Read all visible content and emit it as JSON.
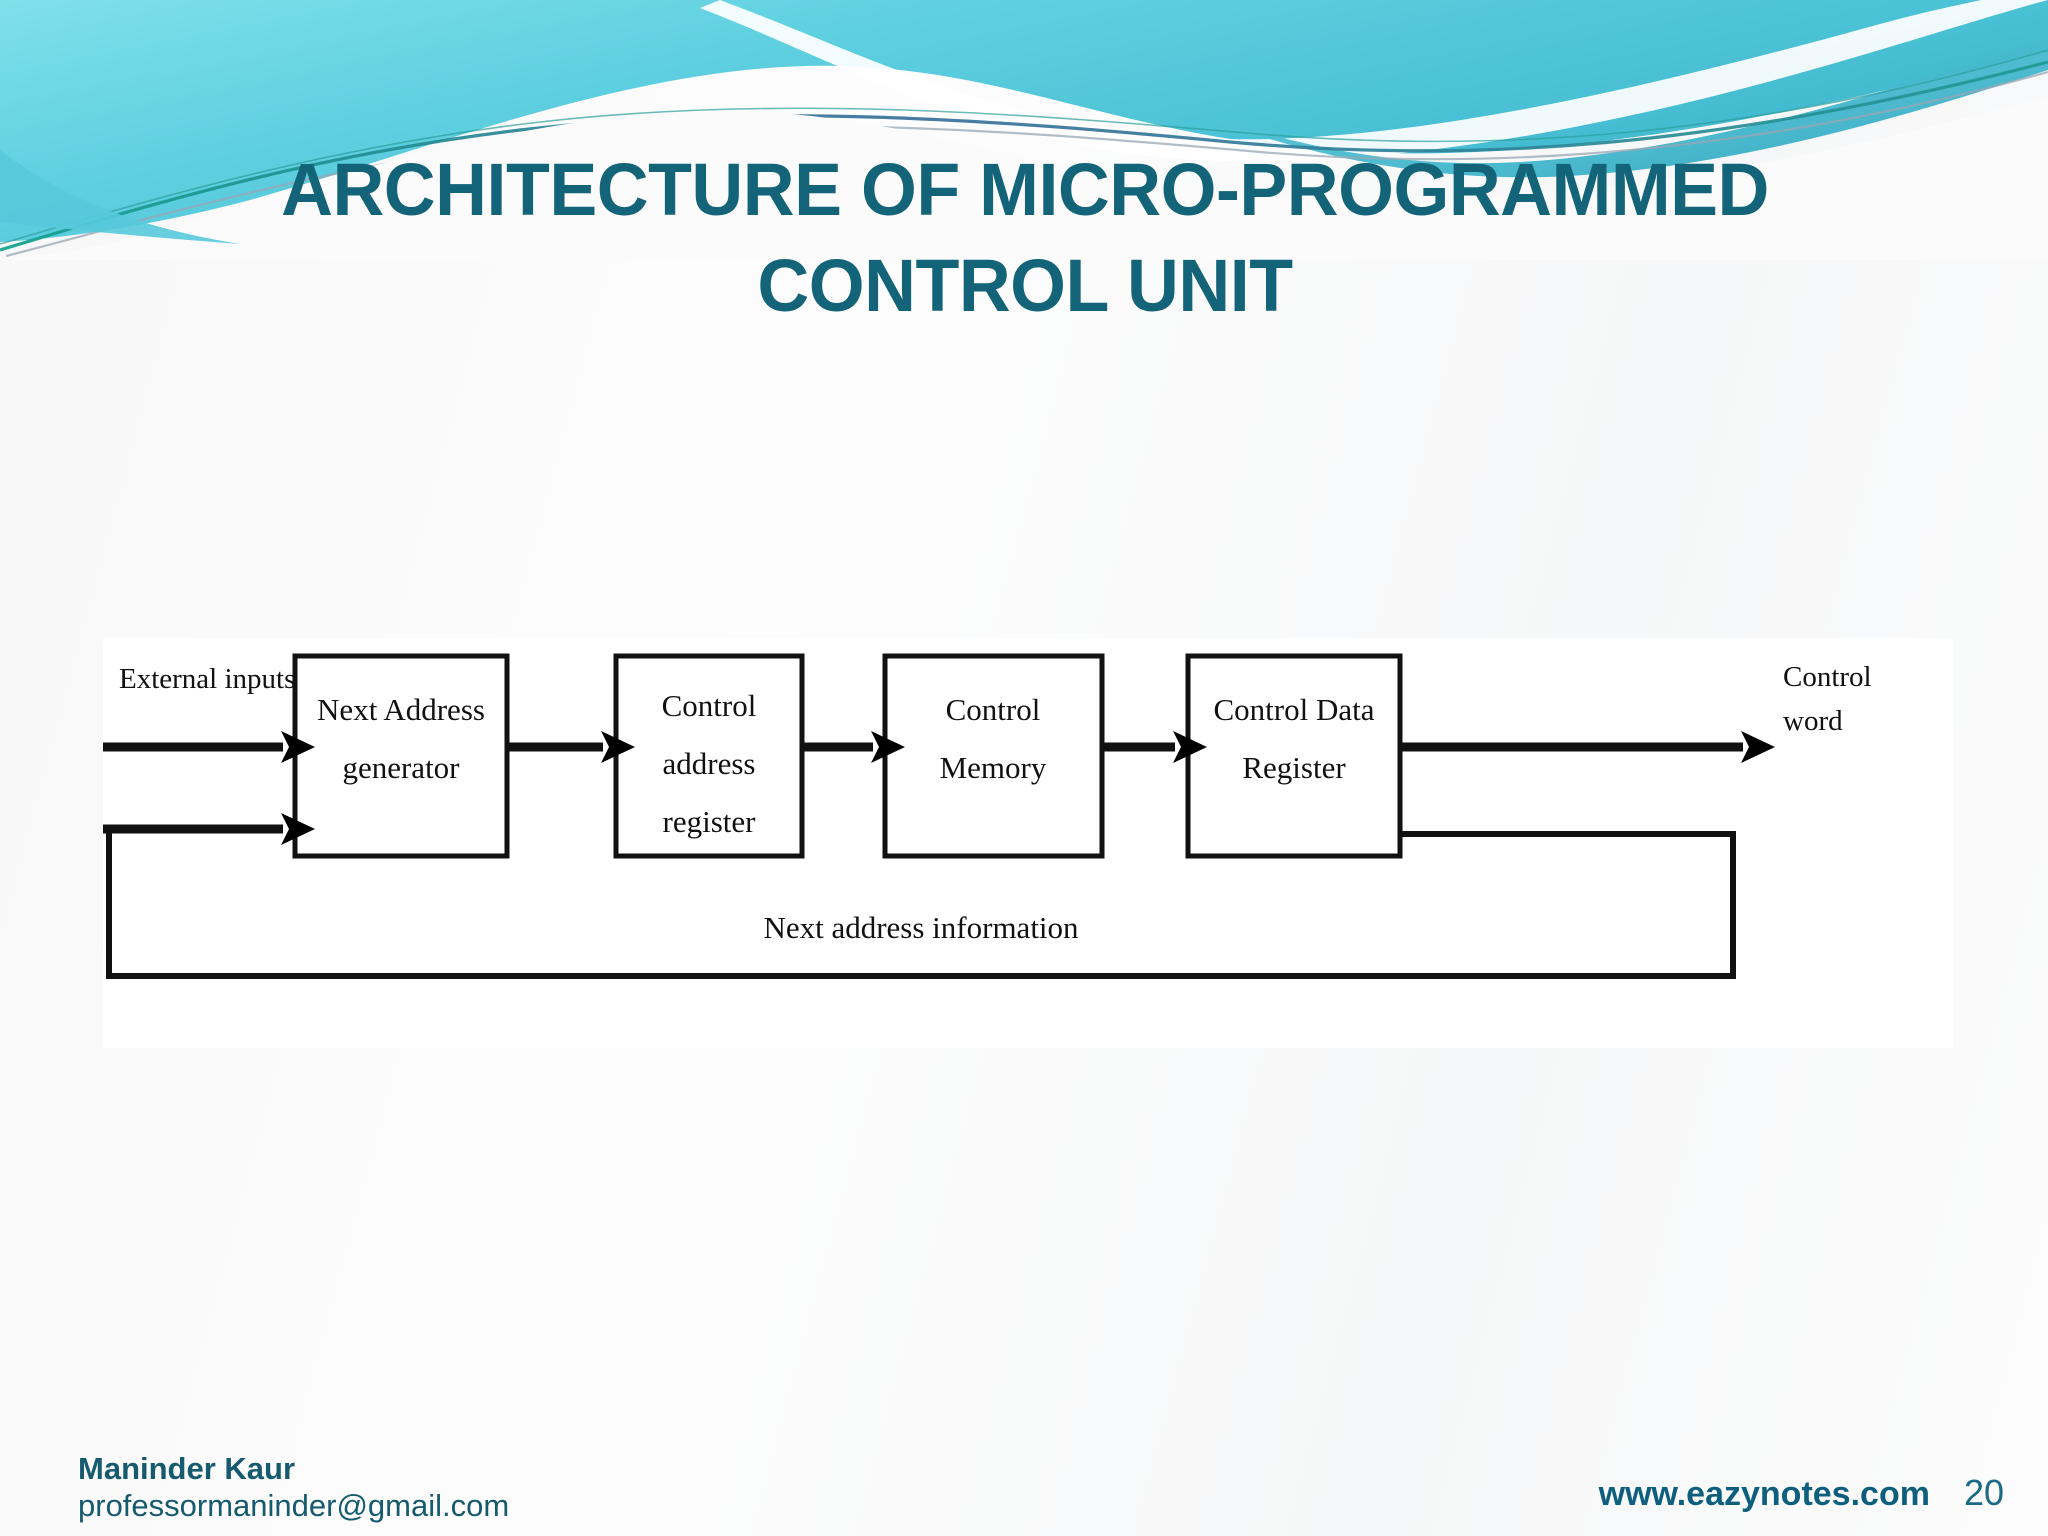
{
  "slide": {
    "background_color": "#fbfbfb",
    "accent_color": "#136379",
    "wave_color_light": "#6fd8e6",
    "wave_color_mid": "#4fc3d9",
    "wave_color_deep": "#2aa5bd"
  },
  "title": {
    "line1": "ARCHITECTURE OF MICRO-PROGRAMMED",
    "line2": "CONTROL UNIT"
  },
  "diagram": {
    "type": "block-diagram",
    "external_inputs_label": "External inputs",
    "control_word_label_line1": "Control",
    "control_word_label_line2": "word",
    "feedback_label": "Next address information",
    "blocks": [
      {
        "id": "next-address-generator",
        "lines": [
          "Next Address",
          "generator"
        ]
      },
      {
        "id": "control-address-register",
        "lines": [
          "Control",
          "address",
          "register"
        ]
      },
      {
        "id": "control-memory",
        "lines": [
          "Control",
          "Memory"
        ]
      },
      {
        "id": "control-data-register",
        "lines": [
          "Control Data",
          "Register"
        ]
      }
    ]
  },
  "footer": {
    "author": "Maninder Kaur",
    "email": "professormaninder@gmail.com",
    "website": "www.eazynotes.com",
    "page_number": "20"
  }
}
